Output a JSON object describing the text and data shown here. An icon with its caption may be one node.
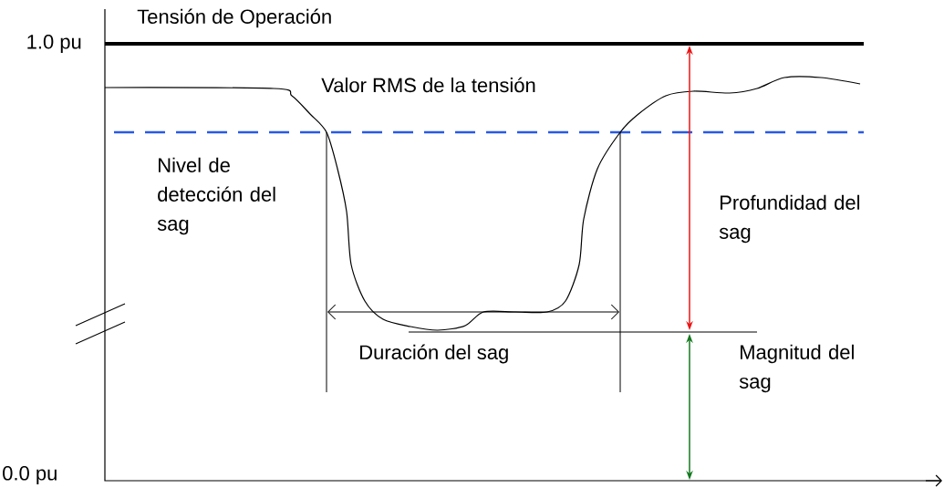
{
  "diagram": {
    "labels": [
      "Tensión de Operación",
      "1.0 pu",
      "Valor RMS de la tensión",
      "Nivel de detección del sag",
      "Profundidad del sag",
      "Duración del sag",
      "Magnitud del sag",
      "0.0 pu"
    ]
  }
}
